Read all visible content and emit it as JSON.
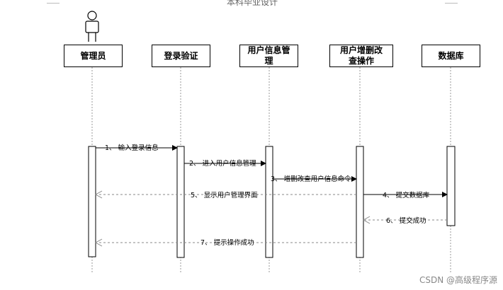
{
  "top_title": "本科毕业设计",
  "lanes": [
    {
      "label": "管理员"
    },
    {
      "label": "登录验证"
    },
    {
      "label": "用户信息管理"
    },
    {
      "label": "用户增删改查操作"
    },
    {
      "label": "数据库"
    }
  ],
  "messages": [
    {
      "label": "1、 输入登录信息",
      "style": "solid"
    },
    {
      "label": "2、 进入用户信息管理",
      "style": "solid"
    },
    {
      "label": "3、 增删改查用户信息命令",
      "style": "solid"
    },
    {
      "label": "4、 提交数据库",
      "style": "solid"
    },
    {
      "label": "5、 显示用户管理界面",
      "style": "dashed"
    },
    {
      "label": "6、 提交成功",
      "style": "dashed"
    },
    {
      "label": "7、 提示操作成功",
      "style": "dashed"
    }
  ],
  "watermark": "CSDN @高级程序源",
  "colors": {
    "line": "#000000",
    "lifeline": "#999999",
    "dashed": "#888888"
  }
}
